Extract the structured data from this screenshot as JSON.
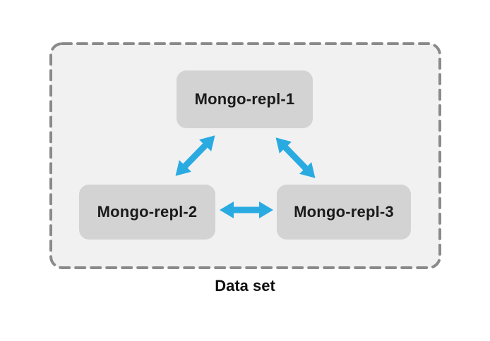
{
  "title": "Data set",
  "nodes": [
    {
      "id": "mongo-repl-1",
      "label": "Mongo-repl-1"
    },
    {
      "id": "mongo-repl-2",
      "label": "Mongo-repl-2"
    },
    {
      "id": "mongo-repl-3",
      "label": "Mongo-repl-3"
    }
  ],
  "edges": [
    {
      "from": "mongo-repl-1",
      "to": "mongo-repl-2",
      "type": "bidirectional"
    },
    {
      "from": "mongo-repl-1",
      "to": "mongo-repl-3",
      "type": "bidirectional"
    },
    {
      "from": "mongo-repl-2",
      "to": "mongo-repl-3",
      "type": "bidirectional"
    }
  ],
  "colors": {
    "arrow": "#29abe2",
    "node_fill": "#d3d3d4",
    "frame_fill": "#f1f1f2",
    "frame_border": "#8a8a8a",
    "text": "#1a1a1a",
    "background": "#ffffff"
  }
}
